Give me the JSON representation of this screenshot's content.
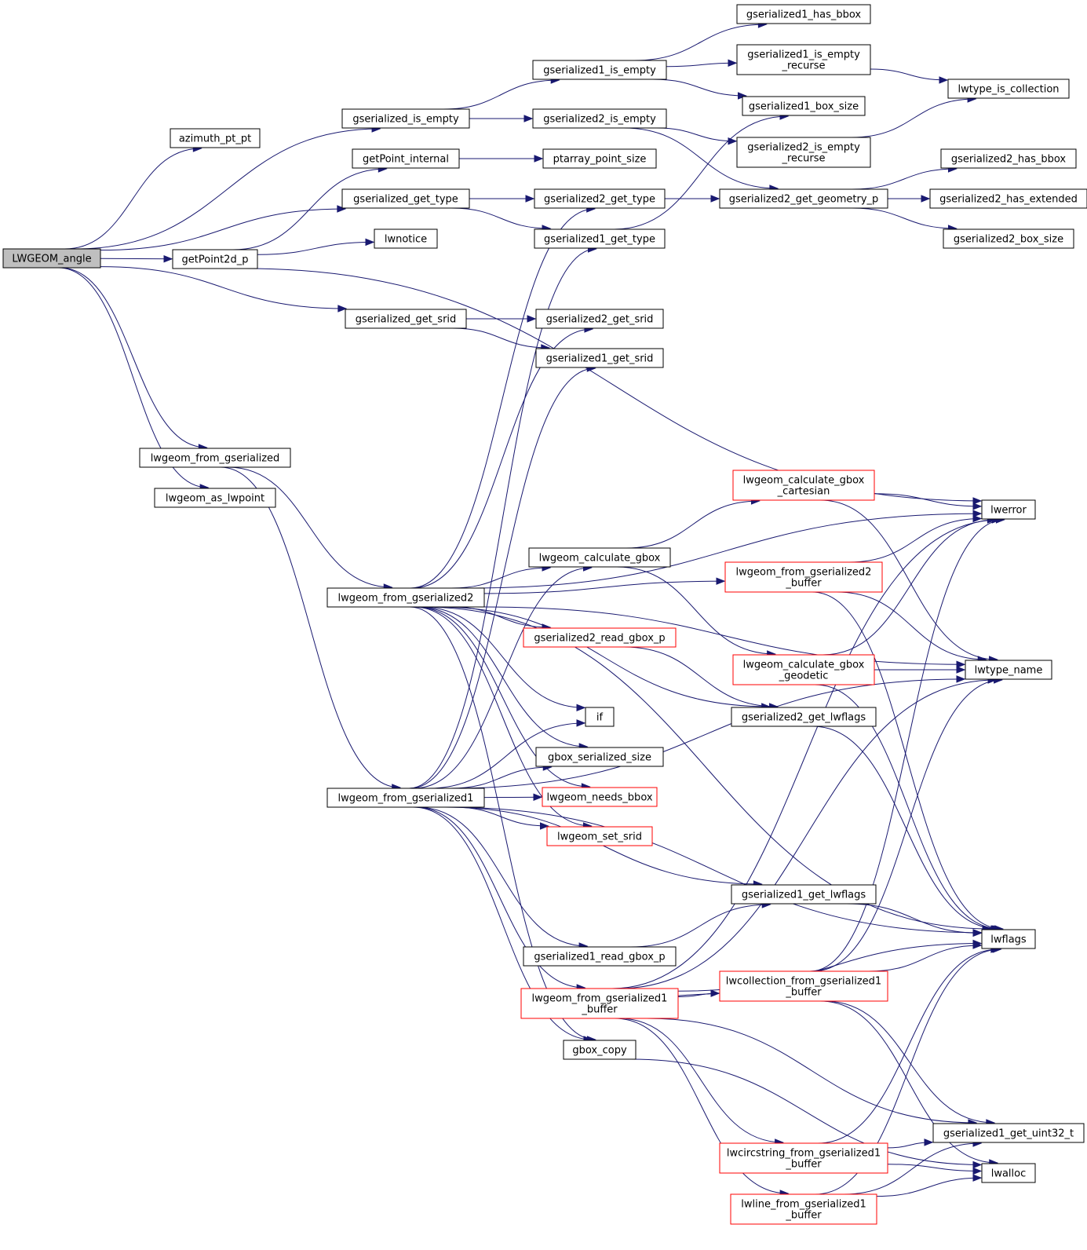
{
  "graph": {
    "nodes": [
      {
        "id": "LWGEOM_angle",
        "lines": [
          "LWGEOM_angle"
        ],
        "root": true
      },
      {
        "id": "azimuth_pt_pt",
        "lines": [
          "azimuth_pt_pt"
        ]
      },
      {
        "id": "gserialized_is_empty",
        "lines": [
          "gserialized_is_empty"
        ]
      },
      {
        "id": "getPoint_internal",
        "lines": [
          "getPoint_internal"
        ]
      },
      {
        "id": "gserialized_get_type",
        "lines": [
          "gserialized_get_type"
        ]
      },
      {
        "id": "getPoint2d_p",
        "lines": [
          "getPoint2d_p"
        ]
      },
      {
        "id": "gserialized_get_srid",
        "lines": [
          "gserialized_get_srid"
        ]
      },
      {
        "id": "lwgeom_from_gserialized",
        "lines": [
          "lwgeom_from_gserialized"
        ]
      },
      {
        "id": "lwgeom_as_lwpoint",
        "lines": [
          "lwgeom_as_lwpoint"
        ]
      },
      {
        "id": "lwgeom_from_gserialized2",
        "lines": [
          "lwgeom_from_gserialized2"
        ]
      },
      {
        "id": "lwgeom_from_gserialized1",
        "lines": [
          "lwgeom_from_gserialized1"
        ]
      },
      {
        "id": "gserialized1_is_empty",
        "lines": [
          "gserialized1_is_empty"
        ]
      },
      {
        "id": "gserialized2_is_empty",
        "lines": [
          "gserialized2_is_empty"
        ]
      },
      {
        "id": "ptarray_point_size",
        "lines": [
          "ptarray_point_size"
        ]
      },
      {
        "id": "gserialized2_get_type",
        "lines": [
          "gserialized2_get_type"
        ]
      },
      {
        "id": "gserialized1_get_type",
        "lines": [
          "gserialized1_get_type"
        ]
      },
      {
        "id": "lwnotice",
        "lines": [
          "lwnotice"
        ]
      },
      {
        "id": "gserialized2_get_srid",
        "lines": [
          "gserialized2_get_srid"
        ]
      },
      {
        "id": "gserialized1_get_srid",
        "lines": [
          "gserialized1_get_srid"
        ]
      },
      {
        "id": "lwgeom_calculate_gbox",
        "lines": [
          "lwgeom_calculate_gbox"
        ]
      },
      {
        "id": "gserialized2_read_gbox_p",
        "lines": [
          "gserialized2_read_gbox_p"
        ],
        "red": true
      },
      {
        "id": "if",
        "lines": [
          "if"
        ]
      },
      {
        "id": "gbox_serialized_size",
        "lines": [
          "gbox_serialized_size"
        ]
      },
      {
        "id": "lwgeom_needs_bbox",
        "lines": [
          "lwgeom_needs_bbox"
        ],
        "red": true
      },
      {
        "id": "lwgeom_set_srid",
        "lines": [
          "lwgeom_set_srid"
        ],
        "red": true
      },
      {
        "id": "gserialized1_read_gbox_p",
        "lines": [
          "gserialized1_read_gbox_p"
        ]
      },
      {
        "id": "lwgeom_from_gserialized1_buffer",
        "lines": [
          "lwgeom_from_gserialized1",
          "_buffer"
        ],
        "red": true
      },
      {
        "id": "gbox_copy",
        "lines": [
          "gbox_copy"
        ]
      },
      {
        "id": "gserialized1_has_bbox",
        "lines": [
          "gserialized1_has_bbox"
        ]
      },
      {
        "id": "gserialized1_is_empty_recurse",
        "lines": [
          "gserialized1_is_empty",
          "_recurse"
        ]
      },
      {
        "id": "gserialized1_box_size",
        "lines": [
          "gserialized1_box_size"
        ]
      },
      {
        "id": "gserialized2_is_empty_recurse",
        "lines": [
          "gserialized2_is_empty",
          "_recurse"
        ]
      },
      {
        "id": "gserialized2_get_geometry_p",
        "lines": [
          "gserialized2_get_geometry_p"
        ]
      },
      {
        "id": "lwgeom_calculate_gbox_cartesian",
        "lines": [
          "lwgeom_calculate_gbox",
          "_cartesian"
        ],
        "red": true
      },
      {
        "id": "lwgeom_from_gserialized2_buffer",
        "lines": [
          "lwgeom_from_gserialized2",
          "_buffer"
        ],
        "red": true
      },
      {
        "id": "lwgeom_calculate_gbox_geodetic",
        "lines": [
          "lwgeom_calculate_gbox",
          "_geodetic"
        ],
        "red": true
      },
      {
        "id": "gserialized2_get_lwflags",
        "lines": [
          "gserialized2_get_lwflags"
        ]
      },
      {
        "id": "gserialized1_get_lwflags",
        "lines": [
          "gserialized1_get_lwflags"
        ]
      },
      {
        "id": "lwcollection_from_gserialized1_buffer",
        "lines": [
          "lwcollection_from_gserialized1",
          "_buffer"
        ],
        "red": true
      },
      {
        "id": "lwcircstring_from_gserialized1_buffer",
        "lines": [
          "lwcircstring_from_gserialized1",
          "_buffer"
        ],
        "red": true
      },
      {
        "id": "lwline_from_gserialized1_buffer",
        "lines": [
          "lwline_from_gserialized1",
          "_buffer"
        ],
        "red": true
      },
      {
        "id": "lwtype_is_collection",
        "lines": [
          "lwtype_is_collection"
        ]
      },
      {
        "id": "gserialized2_has_bbox",
        "lines": [
          "gserialized2_has_bbox"
        ]
      },
      {
        "id": "gserialized2_has_extended",
        "lines": [
          "gserialized2_has_extended"
        ]
      },
      {
        "id": "gserialized2_box_size",
        "lines": [
          "gserialized2_box_size"
        ]
      },
      {
        "id": "lwerror",
        "lines": [
          "lwerror"
        ]
      },
      {
        "id": "lwtype_name",
        "lines": [
          "lwtype_name"
        ]
      },
      {
        "id": "lwflags",
        "lines": [
          "lwflags"
        ]
      },
      {
        "id": "gserialized1_get_uint32_t",
        "lines": [
          "gserialized1_get_uint32_t"
        ]
      },
      {
        "id": "lwalloc",
        "lines": [
          "lwalloc"
        ]
      }
    ],
    "edges": [
      [
        "LWGEOM_angle",
        "azimuth_pt_pt"
      ],
      [
        "LWGEOM_angle",
        "gserialized_is_empty"
      ],
      [
        "LWGEOM_angle",
        "gserialized_get_type"
      ],
      [
        "LWGEOM_angle",
        "getPoint2d_p"
      ],
      [
        "LWGEOM_angle",
        "gserialized_get_srid"
      ],
      [
        "LWGEOM_angle",
        "lwgeom_from_gserialized"
      ],
      [
        "LWGEOM_angle",
        "lwgeom_as_lwpoint"
      ],
      [
        "getPoint2d_p",
        "getPoint_internal"
      ],
      [
        "getPoint2d_p",
        "lwnotice"
      ],
      [
        "getPoint2d_p",
        "lwerror"
      ],
      [
        "getPoint_internal",
        "ptarray_point_size"
      ],
      [
        "gserialized_is_empty",
        "gserialized1_is_empty"
      ],
      [
        "gserialized_is_empty",
        "gserialized2_is_empty"
      ],
      [
        "gserialized_get_type",
        "gserialized2_get_type"
      ],
      [
        "gserialized_get_type",
        "gserialized1_get_type"
      ],
      [
        "gserialized_get_srid",
        "gserialized2_get_srid"
      ],
      [
        "gserialized_get_srid",
        "gserialized1_get_srid"
      ],
      [
        "gserialized1_is_empty",
        "gserialized1_has_bbox"
      ],
      [
        "gserialized1_is_empty",
        "gserialized1_is_empty_recurse"
      ],
      [
        "gserialized1_is_empty",
        "gserialized1_box_size"
      ],
      [
        "gserialized1_is_empty_recurse",
        "lwtype_is_collection"
      ],
      [
        "gserialized2_is_empty",
        "gserialized2_is_empty_recurse"
      ],
      [
        "gserialized2_is_empty",
        "gserialized2_get_geometry_p"
      ],
      [
        "gserialized2_is_empty_recurse",
        "lwtype_is_collection"
      ],
      [
        "gserialized2_get_type",
        "gserialized2_get_geometry_p"
      ],
      [
        "gserialized1_get_type",
        "gserialized1_box_size"
      ],
      [
        "gserialized2_get_geometry_p",
        "gserialized2_has_bbox"
      ],
      [
        "gserialized2_get_geometry_p",
        "gserialized2_has_extended"
      ],
      [
        "gserialized2_get_geometry_p",
        "gserialized2_box_size"
      ],
      [
        "lwgeom_from_gserialized",
        "lwgeom_from_gserialized2"
      ],
      [
        "lwgeom_from_gserialized",
        "lwgeom_from_gserialized1"
      ],
      [
        "lwgeom_from_gserialized2",
        "gserialized2_get_type"
      ],
      [
        "lwgeom_from_gserialized2",
        "gserialized2_get_srid"
      ],
      [
        "lwgeom_from_gserialized2",
        "lwerror"
      ],
      [
        "lwgeom_from_gserialized2",
        "lwtype_name"
      ],
      [
        "lwgeom_from_gserialized2",
        "lwgeom_from_gserialized2_buffer"
      ],
      [
        "lwgeom_from_gserialized2",
        "lwgeom_calculate_gbox"
      ],
      [
        "lwgeom_from_gserialized2",
        "gserialized2_read_gbox_p"
      ],
      [
        "lwgeom_from_gserialized2",
        "gserialized2_get_lwflags"
      ],
      [
        "lwgeom_from_gserialized2",
        "if"
      ],
      [
        "lwgeom_from_gserialized2",
        "gbox_serialized_size"
      ],
      [
        "lwgeom_from_gserialized2",
        "lwgeom_needs_bbox"
      ],
      [
        "lwgeom_from_gserialized2",
        "lwgeom_set_srid"
      ],
      [
        "lwgeom_from_gserialized2",
        "lwflags"
      ],
      [
        "lwgeom_from_gserialized2",
        "gbox_copy"
      ],
      [
        "lwgeom_from_gserialized1",
        "gserialized1_get_type"
      ],
      [
        "lwgeom_from_gserialized1",
        "gserialized1_get_srid"
      ],
      [
        "lwgeom_from_gserialized1",
        "lwgeom_calculate_gbox"
      ],
      [
        "lwgeom_from_gserialized1",
        "if"
      ],
      [
        "lwgeom_from_gserialized1",
        "gbox_serialized_size"
      ],
      [
        "lwgeom_from_gserialized1",
        "lwgeom_needs_bbox"
      ],
      [
        "lwgeom_from_gserialized1",
        "lwgeom_set_srid"
      ],
      [
        "lwgeom_from_gserialized1",
        "lwtype_name"
      ],
      [
        "lwgeom_from_gserialized1",
        "gserialized1_get_lwflags"
      ],
      [
        "lwgeom_from_gserialized1",
        "gserialized1_read_gbox_p"
      ],
      [
        "lwgeom_from_gserialized1",
        "lwgeom_from_gserialized1_buffer"
      ],
      [
        "lwgeom_from_gserialized1",
        "gbox_copy"
      ],
      [
        "lwgeom_from_gserialized1",
        "lwflags"
      ],
      [
        "lwgeom_calculate_gbox",
        "lwgeom_calculate_gbox_cartesian"
      ],
      [
        "lwgeom_calculate_gbox",
        "lwgeom_calculate_gbox_geodetic"
      ],
      [
        "gserialized2_read_gbox_p",
        "gserialized2_get_lwflags"
      ],
      [
        "gserialized1_read_gbox_p",
        "gserialized1_get_lwflags"
      ],
      [
        "lwgeom_calculate_gbox_cartesian",
        "lwerror"
      ],
      [
        "lwgeom_calculate_gbox_cartesian",
        "lwtype_name"
      ],
      [
        "lwgeom_from_gserialized2_buffer",
        "lwerror"
      ],
      [
        "lwgeom_from_gserialized2_buffer",
        "lwtype_name"
      ],
      [
        "lwgeom_from_gserialized2_buffer",
        "lwflags"
      ],
      [
        "lwgeom_calculate_gbox_geodetic",
        "lwerror"
      ],
      [
        "lwgeom_calculate_gbox_geodetic",
        "lwtype_name"
      ],
      [
        "lwgeom_calculate_gbox_geodetic",
        "lwflags"
      ],
      [
        "gserialized2_get_lwflags",
        "lwflags"
      ],
      [
        "gserialized1_get_lwflags",
        "lwflags"
      ],
      [
        "lwgeom_from_gserialized1_buffer",
        "lwerror"
      ],
      [
        "lwgeom_from_gserialized1_buffer",
        "lwtype_name"
      ],
      [
        "lwgeom_from_gserialized1_buffer",
        "lwcollection_from_gserialized1_buffer"
      ],
      [
        "lwgeom_from_gserialized1_buffer",
        "lwflags"
      ],
      [
        "lwgeom_from_gserialized1_buffer",
        "gserialized1_get_uint32_t"
      ],
      [
        "lwgeom_from_gserialized1_buffer",
        "lwcircstring_from_gserialized1_buffer"
      ],
      [
        "lwgeom_from_gserialized1_buffer",
        "lwline_from_gserialized1_buffer"
      ],
      [
        "lwcollection_from_gserialized1_buffer",
        "lwgeom_from_gserialized1_buffer"
      ],
      [
        "lwcollection_from_gserialized1_buffer",
        "lwerror"
      ],
      [
        "lwcollection_from_gserialized1_buffer",
        "lwtype_name"
      ],
      [
        "lwcollection_from_gserialized1_buffer",
        "lwflags"
      ],
      [
        "lwcollection_from_gserialized1_buffer",
        "gserialized1_get_uint32_t"
      ],
      [
        "lwcollection_from_gserialized1_buffer",
        "lwalloc"
      ],
      [
        "lwcircstring_from_gserialized1_buffer",
        "lwflags"
      ],
      [
        "lwcircstring_from_gserialized1_buffer",
        "gserialized1_get_uint32_t"
      ],
      [
        "lwcircstring_from_gserialized1_buffer",
        "lwalloc"
      ],
      [
        "lwline_from_gserialized1_buffer",
        "lwflags"
      ],
      [
        "lwline_from_gserialized1_buffer",
        "gserialized1_get_uint32_t"
      ],
      [
        "lwline_from_gserialized1_buffer",
        "lwalloc"
      ],
      [
        "gbox_copy",
        "lwalloc"
      ]
    ]
  }
}
